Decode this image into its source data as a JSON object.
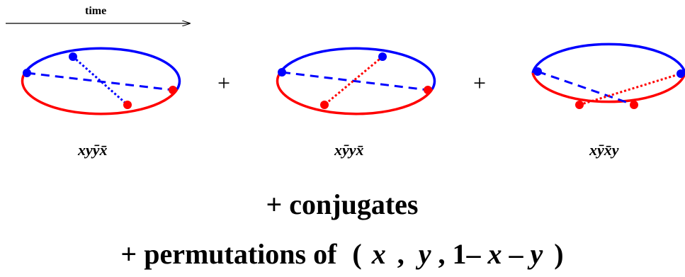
{
  "header": {
    "time_label": "time"
  },
  "operators": {
    "plus": "+"
  },
  "diagrams": [
    {
      "label": "xyȳx̄"
    },
    {
      "label": "xȳyx̄"
    },
    {
      "label": "xȳx̄y"
    }
  ],
  "footer": {
    "line1": "+ conjugates",
    "line2_prefix": "+ permutations of",
    "line2_open": "(",
    "line2_x": "x",
    "line2_sep1": ",",
    "line2_y": "y",
    "line2_sep2": ", 1–",
    "line2_x2": "x",
    "line2_minus": " –",
    "line2_y2": "y",
    "line2_close": ")"
  },
  "colors": {
    "blue": "#0000ff",
    "red": "#ff0000",
    "black": "#000000"
  }
}
